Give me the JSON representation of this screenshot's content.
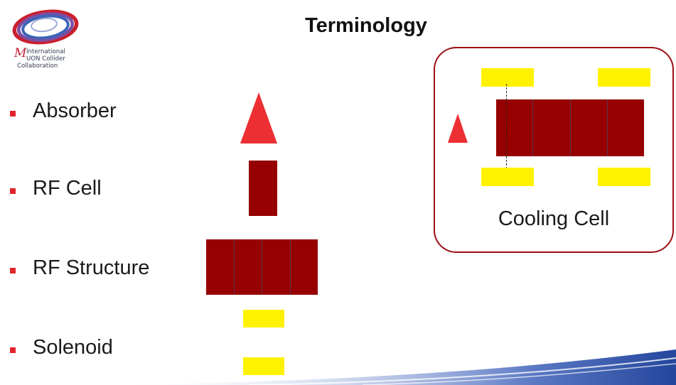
{
  "header": {
    "title": "Terminology"
  },
  "logo": {
    "line1": "International",
    "line2": "UON Collider",
    "line3": "Collaboration",
    "initial": "M"
  },
  "terms": [
    {
      "label": "Absorber"
    },
    {
      "label": "RF Cell"
    },
    {
      "label": "RF Structure"
    },
    {
      "label": "Solenoid"
    }
  ],
  "cooling_cell": {
    "label": "Cooling Cell"
  },
  "colors": {
    "absorber": "#ec2f33",
    "rf": "#960000",
    "solenoid": "#fff200",
    "frame": "#9e0e14",
    "bullet": "#e3242b"
  }
}
